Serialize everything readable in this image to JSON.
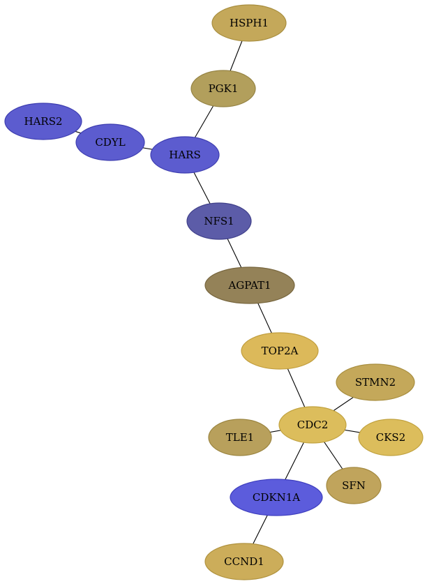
{
  "graph": {
    "nodes": [
      {
        "id": "HSPH1",
        "label": "HSPH1",
        "fill": "#c4a85a",
        "stroke": "#a88e3f"
      },
      {
        "id": "PGK1",
        "label": "PGK1",
        "fill": "#b29f5c",
        "stroke": "#958343"
      },
      {
        "id": "HARS2",
        "label": "HARS2",
        "fill": "#5c5ccf",
        "stroke": "#3e3eb0"
      },
      {
        "id": "CDYL",
        "label": "CDYL",
        "fill": "#5c5ccf",
        "stroke": "#3e3eb0"
      },
      {
        "id": "HARS",
        "label": "HARS",
        "fill": "#5c5ccf",
        "stroke": "#3e3eb0"
      },
      {
        "id": "NFS1",
        "label": "NFS1",
        "fill": "#5c5ca8",
        "stroke": "#40408a"
      },
      {
        "id": "AGPAT1",
        "label": "AGPAT1",
        "fill": "#948258",
        "stroke": "#77663e"
      },
      {
        "id": "TOP2A",
        "label": "TOP2A",
        "fill": "#dcb95a",
        "stroke": "#c19e3e"
      },
      {
        "id": "STMN2",
        "label": "STMN2",
        "fill": "#c4a85a",
        "stroke": "#a88e3f"
      },
      {
        "id": "CDC2",
        "label": "CDC2",
        "fill": "#dcbd5c",
        "stroke": "#c1a23f"
      },
      {
        "id": "TLE1",
        "label": "TLE1",
        "fill": "#b8a05c",
        "stroke": "#9b8540"
      },
      {
        "id": "CKS2",
        "label": "CKS2",
        "fill": "#dcbd5c",
        "stroke": "#c1a23f"
      },
      {
        "id": "SFN",
        "label": "SFN",
        "fill": "#c0a45c",
        "stroke": "#a38940"
      },
      {
        "id": "CDKN1A",
        "label": "CDKN1A",
        "fill": "#5c5cdc",
        "stroke": "#3e3ebe"
      },
      {
        "id": "CCND1",
        "label": "CCND1",
        "fill": "#ccad5a",
        "stroke": "#b0923e"
      }
    ],
    "edges": [
      {
        "source": "HSPH1",
        "target": "PGK1"
      },
      {
        "source": "PGK1",
        "target": "HARS"
      },
      {
        "source": "HARS2",
        "target": "CDYL"
      },
      {
        "source": "CDYL",
        "target": "HARS"
      },
      {
        "source": "HARS",
        "target": "NFS1"
      },
      {
        "source": "NFS1",
        "target": "AGPAT1"
      },
      {
        "source": "AGPAT1",
        "target": "TOP2A"
      },
      {
        "source": "TOP2A",
        "target": "CDC2"
      },
      {
        "source": "CDC2",
        "target": "STMN2"
      },
      {
        "source": "CDC2",
        "target": "TLE1"
      },
      {
        "source": "CDC2",
        "target": "CKS2"
      },
      {
        "source": "CDC2",
        "target": "SFN"
      },
      {
        "source": "CDC2",
        "target": "CDKN1A"
      },
      {
        "source": "CDKN1A",
        "target": "CCND1"
      }
    ]
  }
}
